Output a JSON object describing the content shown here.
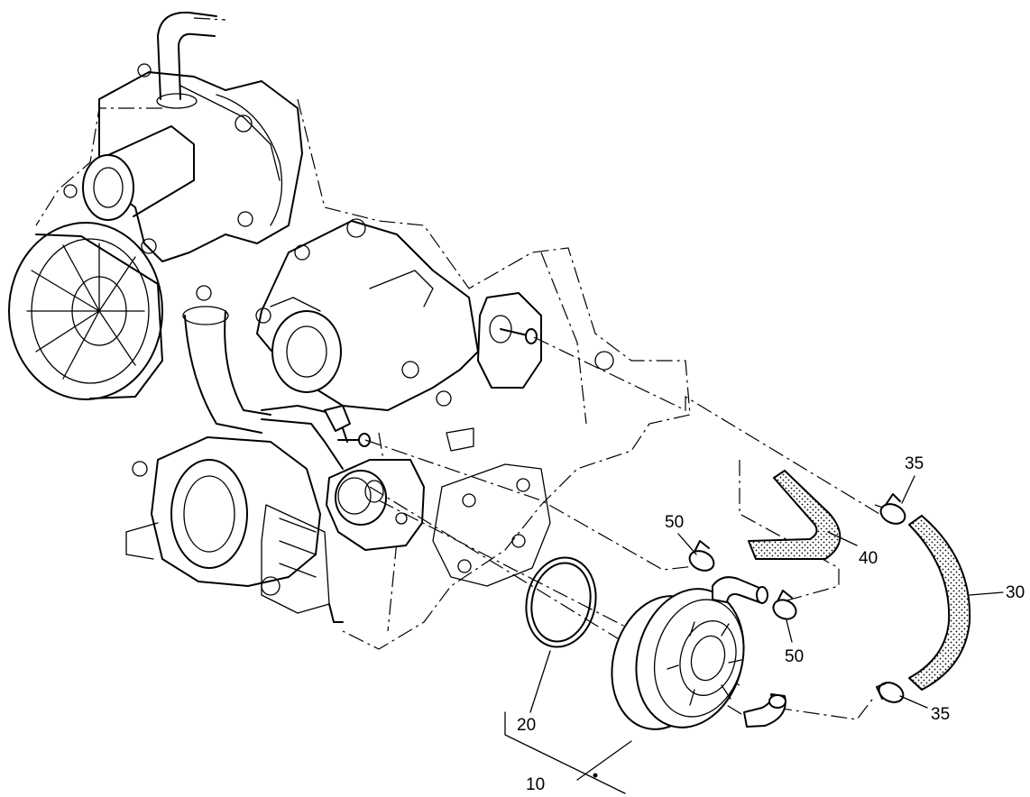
{
  "callouts": {
    "c10": "10",
    "c20": "20",
    "c30": "30",
    "c35a": "35",
    "c35b": "35",
    "c40": "40",
    "c50a": "50",
    "c50b": "50"
  }
}
